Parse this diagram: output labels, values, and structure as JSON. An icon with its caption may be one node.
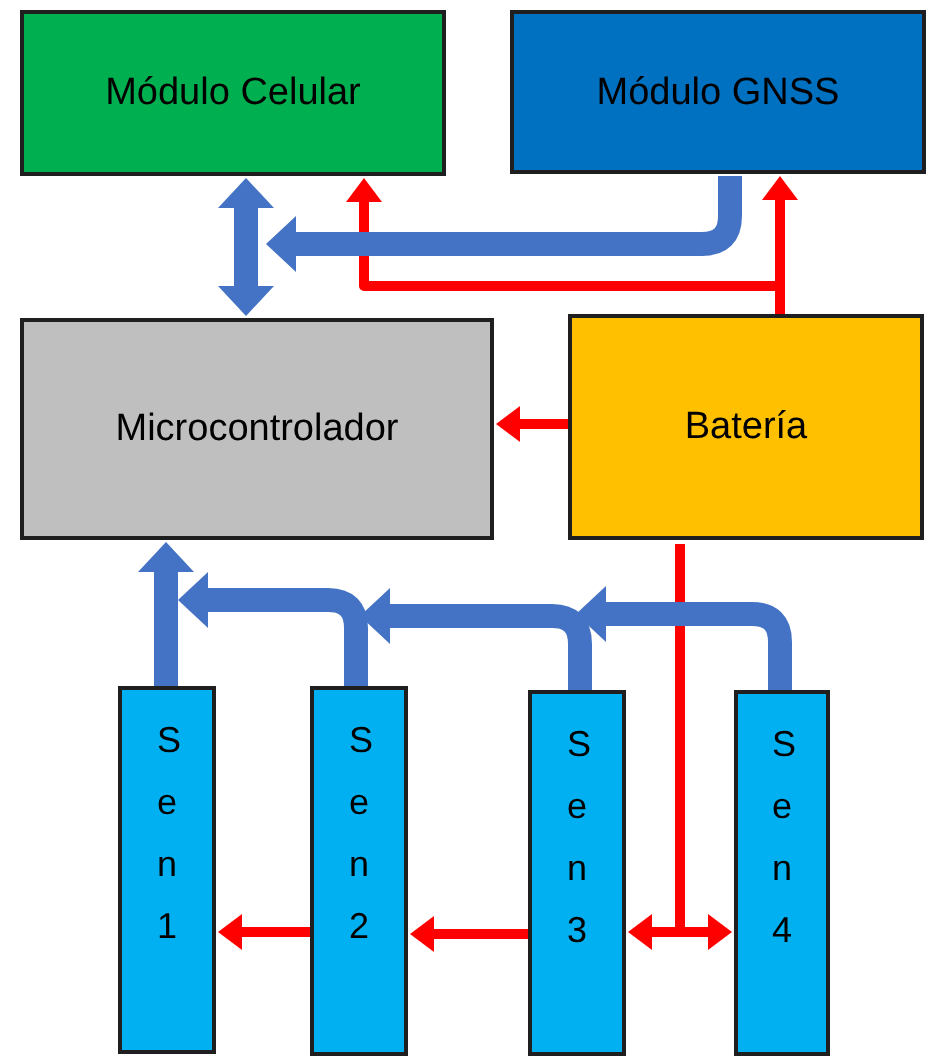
{
  "diagram": {
    "nodes": [
      {
        "text": [
          "Módulo Celular"
        ]
      },
      {
        "text": [
          "Módulo GNSS"
        ]
      },
      {
        "text": [
          "Microcontrolador"
        ]
      },
      {
        "text": [
          "Batería"
        ]
      },
      {
        "text": [
          "Sen 1"
        ]
      },
      {
        "text": [
          "Sen 2"
        ]
      },
      {
        "text": [
          "Sen 3"
        ]
      },
      {
        "text": [
          "Sen 4"
        ]
      }
    ],
    "edges": [
      {
        "from": 0,
        "to": 2,
        "arrow": "both",
        "style": "thick",
        "color": "#4472c4"
      },
      {
        "from": 1,
        "to": 2,
        "arrow": "to",
        "style": "thick",
        "color": "#4472c4"
      },
      {
        "from": 3,
        "to": 0,
        "arrow": "to"
      },
      {
        "from": 3,
        "to": 1,
        "arrow": "to"
      },
      {
        "from": 3,
        "to": 2,
        "arrow": "to"
      },
      {
        "from": 3,
        "to": 6,
        "arrow": "to"
      },
      {
        "from": 3,
        "to": 7,
        "arrow": "to"
      },
      {
        "from": 6,
        "to": 5,
        "arrow": "to"
      },
      {
        "from": 5,
        "to": 4,
        "arrow": "to"
      },
      {
        "from": 4,
        "to": 2,
        "arrow": "to",
        "style": "thick",
        "color": "#4472c4"
      },
      {
        "from": 5,
        "to": 4,
        "arrow": "to",
        "style": "thick",
        "color": "#4472c4"
      },
      {
        "from": 6,
        "to": 5,
        "arrow": "to",
        "style": "thick",
        "color": "#4472c4"
      },
      {
        "from": 7,
        "to": 6,
        "arrow": "to",
        "style": "thick",
        "color": "#4472c4"
      }
    ]
  }
}
